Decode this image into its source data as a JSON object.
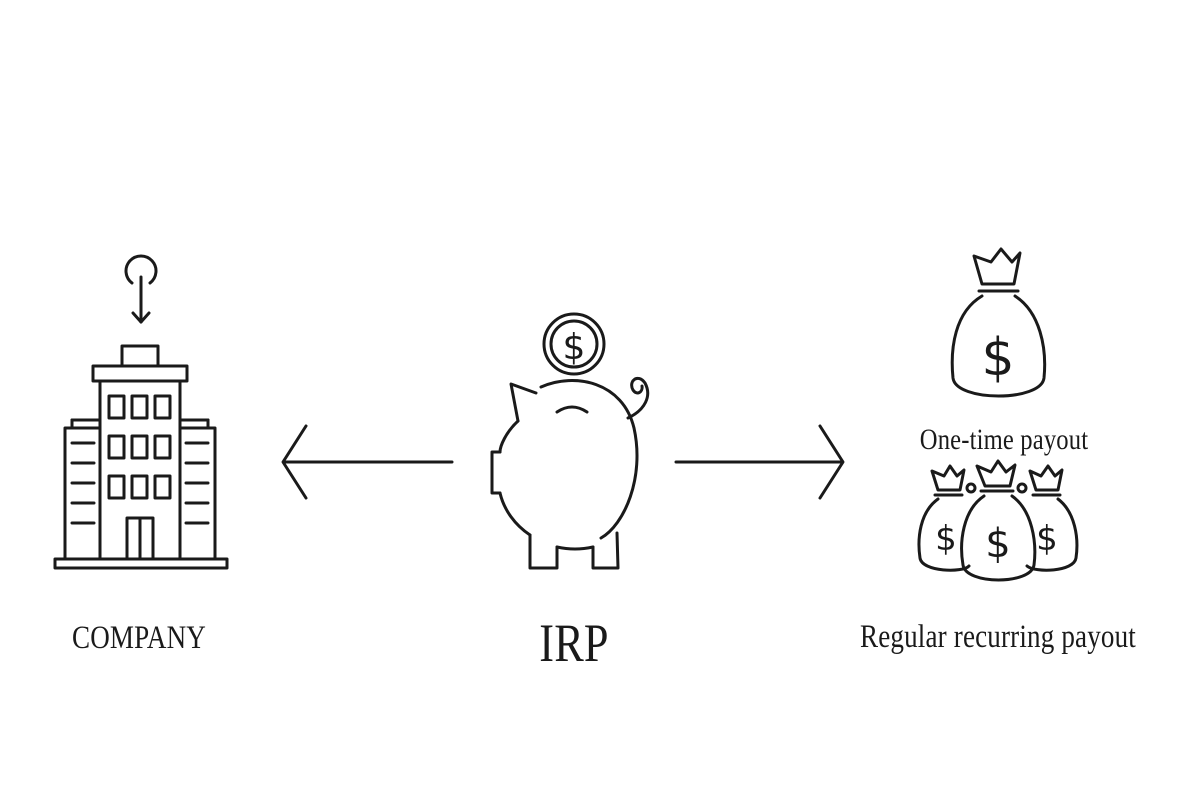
{
  "diagram": {
    "company_label": "COMPANY",
    "irp_label": "IRP",
    "one_time_label": "One-time payout",
    "recurring_label": "Regular recurring payout",
    "currency_symbol": "$",
    "stroke_color": "#1a1a1a",
    "background_color": "#ffffff"
  },
  "icons": {
    "company": "office-building-icon",
    "deposit": "deposit-arrow-icon",
    "irp": "piggy-bank-icon",
    "coin": "dollar-coin-icon",
    "one_time": "money-bag-icon",
    "recurring": "money-bags-group-icon"
  }
}
